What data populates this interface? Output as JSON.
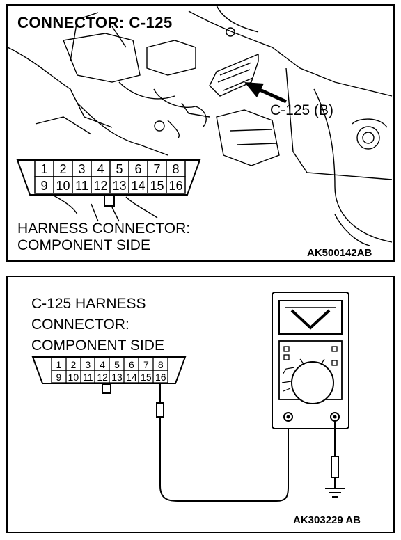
{
  "top_panel": {
    "title": "CONNECTOR: C-125",
    "callout": "C-125 (B)",
    "side_label_line1": "HARNESS CONNECTOR:",
    "side_label_line2": "COMPONENT SIDE",
    "figure_code": "AK500142AB",
    "pins_top": [
      "1",
      "2",
      "3",
      "4",
      "5",
      "6",
      "7",
      "8"
    ],
    "pins_bottom": [
      "9",
      "10",
      "11",
      "12",
      "13",
      "14",
      "15",
      "16"
    ]
  },
  "bottom_panel": {
    "label_line1": "C-125 HARNESS",
    "label_line2": "CONNECTOR:",
    "label_line3": "COMPONENT SIDE",
    "figure_code": "AK303229 AB",
    "pins_top": [
      "1",
      "2",
      "3",
      "4",
      "5",
      "6",
      "7",
      "8"
    ],
    "pins_bottom": [
      "9",
      "10",
      "11",
      "12",
      "13",
      "14",
      "15",
      "16"
    ]
  }
}
